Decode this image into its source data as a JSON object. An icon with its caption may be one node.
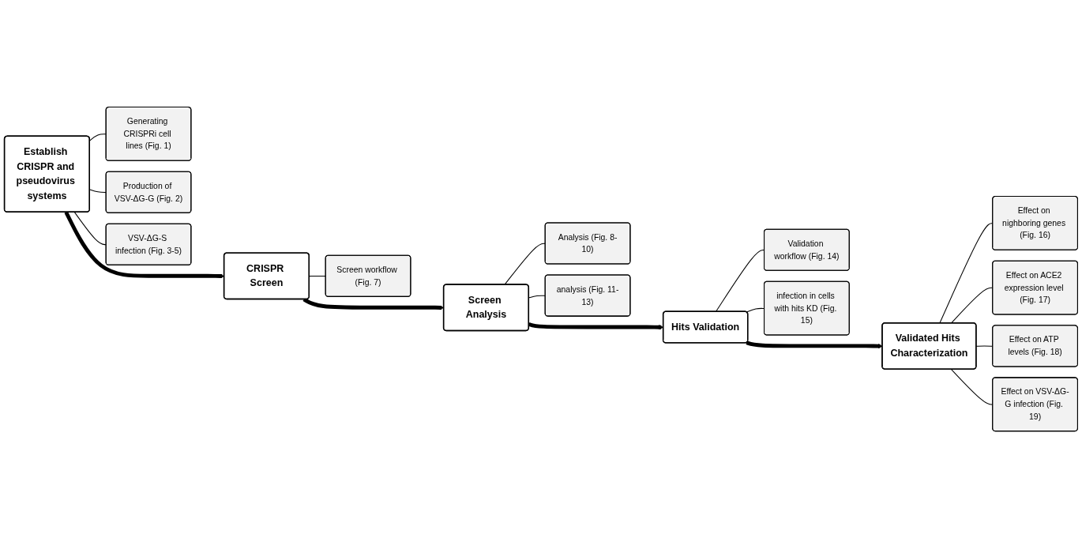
{
  "diagram": {
    "nodes": [
      {
        "text": [
          "Establish CRISPR and pseudovirus systems"
        ]
      },
      {
        "text": [
          "Generating CRISPRi cell lines (Fig. 1)"
        ]
      },
      {
        "text": [
          "Production of VSV-ΔG-G (Fig. 2)"
        ]
      },
      {
        "text": [
          "VSV-ΔG-S infection (Fig. 3-5)"
        ]
      },
      {
        "text": [
          "CRISPR Screen"
        ]
      },
      {
        "text": [
          "Screen workflow (Fig. 7)"
        ]
      },
      {
        "text": [
          "Screen Analysis"
        ]
      },
      {
        "text": [
          "Analysis (Fig. 8-10)"
        ]
      },
      {
        "text": [
          "analysis (Fig. 11-13)"
        ]
      },
      {
        "text": [
          "Hits Validation"
        ]
      },
      {
        "text": [
          "Validation workflow (Fig. 14)"
        ]
      },
      {
        "text": [
          "infection in cells with hits KD (Fig. 15)"
        ]
      },
      {
        "text": [
          "Validated Hits Characterization"
        ]
      },
      {
        "text": [
          "Effect on nighboring genes (Fig. 16)"
        ]
      },
      {
        "text": [
          "Effect on ACE2 expression level (Fig. 17)"
        ]
      },
      {
        "text": [
          "Effect on ATP levels (Fig. 18)"
        ]
      },
      {
        "text": [
          "Effect on VSV-ΔG-G infection (Fig. 19)"
        ]
      }
    ],
    "edges": [
      {
        "from": 0,
        "to": 4,
        "arrow": "to",
        "style": "thick"
      },
      {
        "from": 4,
        "to": 6,
        "arrow": "to",
        "style": "thick"
      },
      {
        "from": 6,
        "to": 9,
        "arrow": "to",
        "style": "thick"
      },
      {
        "from": 9,
        "to": 12,
        "arrow": "to",
        "style": "thick"
      },
      {
        "from": 0,
        "to": 1,
        "arrow": "none"
      },
      {
        "from": 0,
        "to": 2,
        "arrow": "none"
      },
      {
        "from": 0,
        "to": 3,
        "arrow": "none"
      },
      {
        "from": 4,
        "to": 5,
        "arrow": "none"
      },
      {
        "from": 6,
        "to": 7,
        "arrow": "none"
      },
      {
        "from": 6,
        "to": 8,
        "arrow": "none"
      },
      {
        "from": 9,
        "to": 10,
        "arrow": "none"
      },
      {
        "from": 9,
        "to": 11,
        "arrow": "none"
      },
      {
        "from": 12,
        "to": 13,
        "arrow": "none"
      },
      {
        "from": 12,
        "to": 14,
        "arrow": "none"
      },
      {
        "from": 12,
        "to": 15,
        "arrow": "none"
      },
      {
        "from": 12,
        "to": 16,
        "arrow": "none"
      }
    ]
  }
}
